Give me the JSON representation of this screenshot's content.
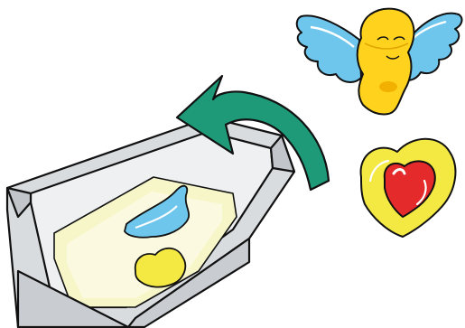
{
  "illustration": {
    "objects": [
      {
        "name": "angel-figure",
        "colors": {
          "wings": "#6EC6EC",
          "body": "#FFD21E",
          "outline": "#111111"
        }
      },
      {
        "name": "heart-figure",
        "colors": {
          "outer": "#F4E842",
          "inner": "#E42A2A",
          "outline": "#111111"
        }
      },
      {
        "name": "tray",
        "colors": {
          "frame": "#D9DCDF",
          "liquid": "#F7F6C9",
          "outline": "#111111"
        }
      },
      {
        "name": "curved-arrow",
        "colors": {
          "fill": "#1E9A78",
          "outline": "#111111"
        }
      }
    ]
  }
}
